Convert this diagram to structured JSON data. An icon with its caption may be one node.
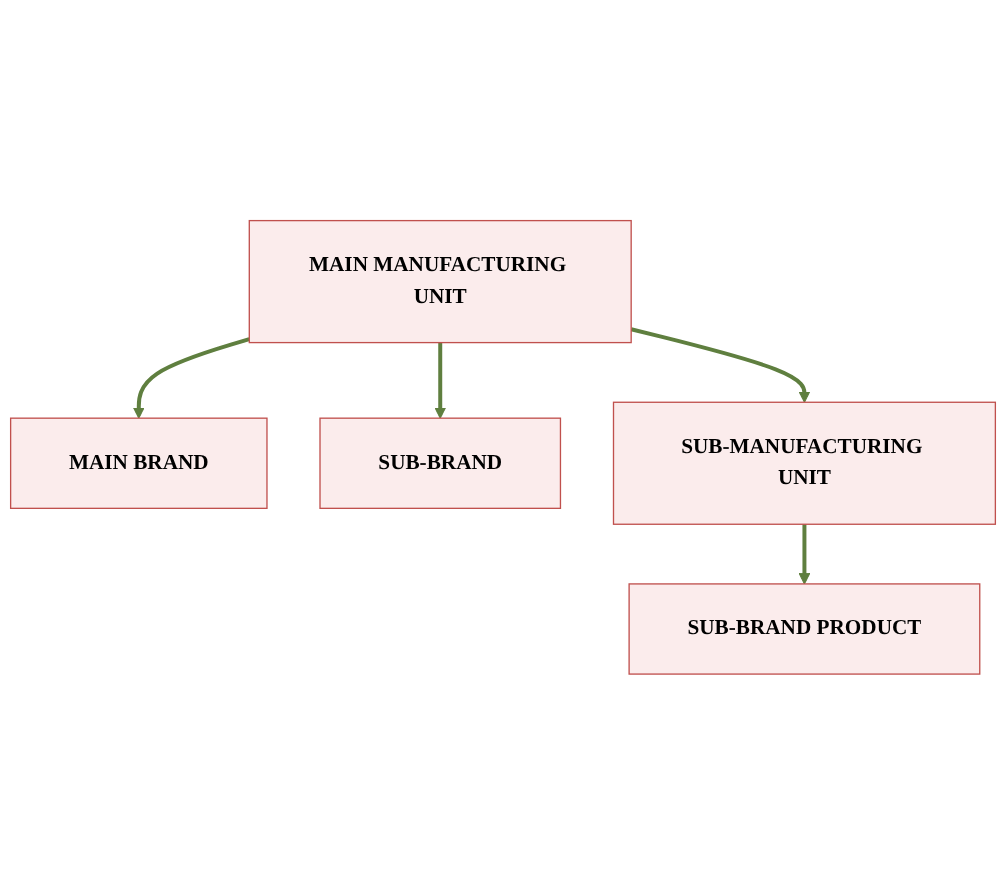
{
  "diagram": {
    "nodes": [
      {
        "text": [
          "MAIN MANUFACTURING UNIT"
        ]
      },
      {
        "text": [
          "MAIN BRAND"
        ]
      },
      {
        "text": [
          "SUB-BRAND"
        ]
      },
      {
        "text": [
          "SUB-MANUFACTURING UNIT"
        ]
      },
      {
        "text": [
          "SUB-BRAND PRODUCT"
        ]
      }
    ],
    "edges": [
      {
        "from": 0,
        "to": 1,
        "arrow": "to"
      },
      {
        "from": 0,
        "to": 2,
        "arrow": "to"
      },
      {
        "from": 0,
        "to": 3,
        "arrow": "to"
      },
      {
        "from": 3,
        "to": 4,
        "arrow": "to"
      }
    ]
  }
}
